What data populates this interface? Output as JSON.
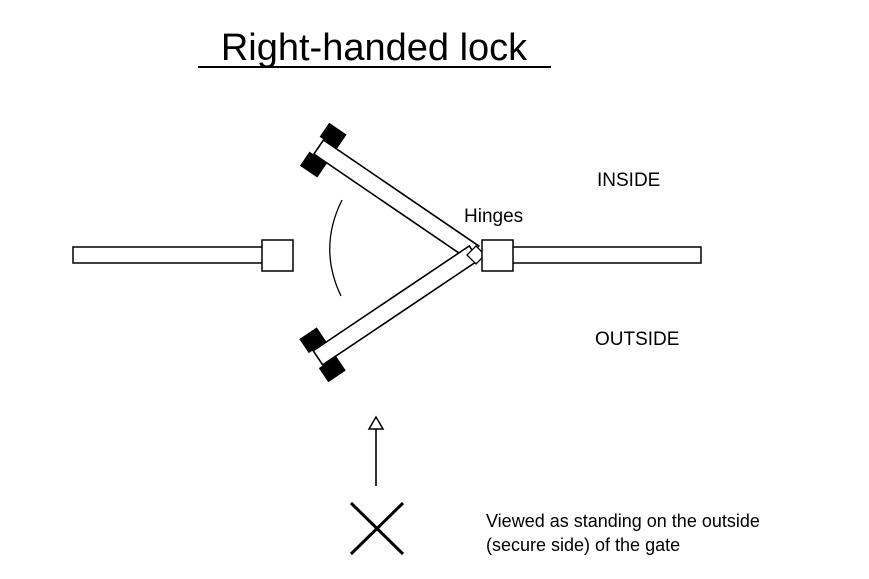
{
  "title": "Right-handed lock",
  "labels": {
    "inside": "INSIDE",
    "outside": "OUTSIDE",
    "hinges": "Hinges"
  },
  "caption": {
    "line1": "Viewed as standing on the outside",
    "line2": "(secure side) of the gate"
  },
  "colors": {
    "stroke": "#000000",
    "fill": "#ffffff",
    "hardware": "#000000"
  },
  "icons": {
    "viewer_marker": "x-mark-icon",
    "view_direction": "arrow-up-icon"
  }
}
